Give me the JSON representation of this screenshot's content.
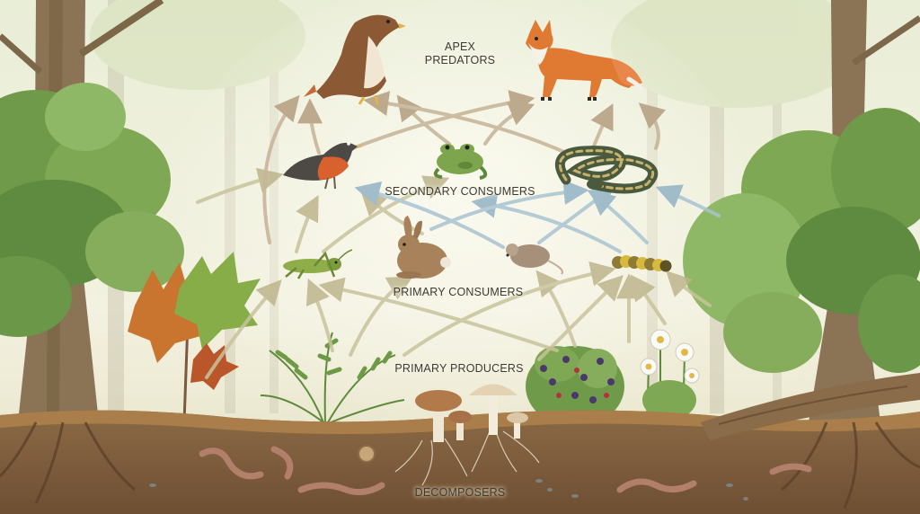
{
  "diagram": {
    "levels": {
      "apex": [
        "APEX",
        "PREDATORS"
      ],
      "secondary": "SECONDARY CONSUMERS",
      "primary": "PRIMARY CONSUMERS",
      "producers": "PRIMARY PRODUCERS",
      "decomposers": "DECOMPOSERS"
    },
    "colors": {
      "sky": "#eef0dc",
      "soil": "#7a5a3c",
      "arrow_producer": "#c9c39c",
      "arrow_primary": "#a9c4d2",
      "arrow_secondary": "#c8b69a"
    }
  }
}
